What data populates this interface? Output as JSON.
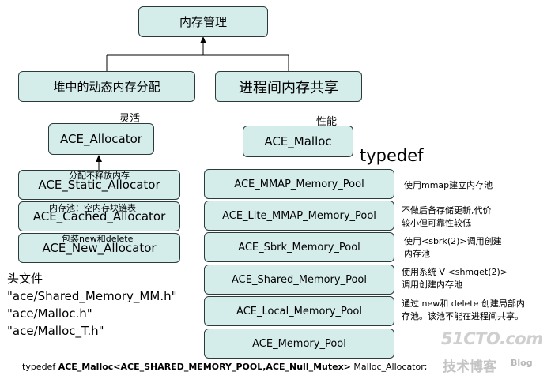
{
  "root": {
    "label": "内存管理"
  },
  "heap": {
    "label": "堆中的动态内存分配",
    "note": "灵活"
  },
  "ipc": {
    "label": "进程间内存共享",
    "note": "性能"
  },
  "allocator": {
    "label": "ACE_Allocator"
  },
  "malloc": {
    "label": "ACE_Malloc"
  },
  "typedef_label": "typedef",
  "allocators": [
    {
      "label": "ACE_Static_Allocator",
      "note": "分配不释放内存"
    },
    {
      "label": "ACE_Cached_Allocator",
      "note": "内存池：空内存块链表"
    },
    {
      "label": "ACE_New_Allocator",
      "note": "包装new和delete"
    }
  ],
  "headers": {
    "title": "头文件",
    "files": [
      "\"ace/Shared_Memory_MM.h\"",
      "\"ace/Malloc.h\"",
      "\"ace/Malloc_T.h\""
    ]
  },
  "pools": [
    {
      "label": "ACE_MMAP_Memory_Pool",
      "desc": [
        "使用mmap建立内存池"
      ]
    },
    {
      "label": "ACE_Lite_MMAP_Memory_Pool",
      "desc": [
        "不做后备存储更新,代价",
        "较小但可靠性较低"
      ]
    },
    {
      "label": "ACE_Sbrk_Memory_Pool",
      "desc": [
        "使用<sbrk(2)>调用创建",
        "内存池"
      ]
    },
    {
      "label": "ACE_Shared_Memory_Pool",
      "desc": [
        "使用系统 V <shmget(2)>",
        "调用创建内存池"
      ]
    },
    {
      "label": "ACE_Local_Memory_Pool",
      "desc": [
        "通过 new和 delete 创建局部内",
        "存池。该池不能在进程间共享。"
      ]
    },
    {
      "label": "ACE_Memory_Pool",
      "desc": []
    }
  ],
  "footer": {
    "prefix": "typedef ",
    "bold": "ACE_Malloc<ACE_SHARED_MEMORY_POOL,ACE_Null_Mutex>",
    "suffix": " Malloc_Allocator;"
  },
  "watermark": {
    "site": "51CTO.com",
    "sub": "技术博客",
    "blog": "Blog"
  }
}
